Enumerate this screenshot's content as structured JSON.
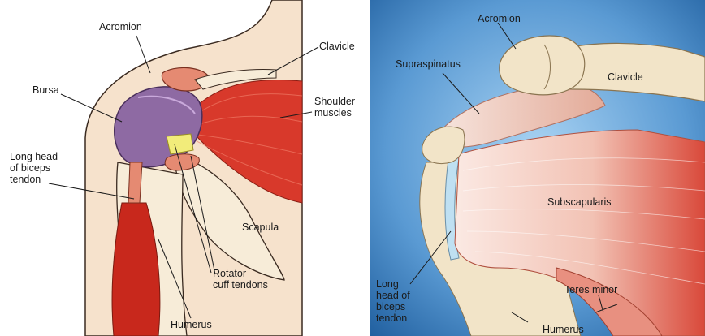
{
  "left_diagram": {
    "labels": {
      "acromion": "Acromion",
      "clavicle": "Clavicle",
      "bursa": "Bursa",
      "shoulder_muscles": "Shoulder\nmuscles",
      "long_head_biceps": "Long head\nof biceps\ntendon",
      "scapula": "Scapula",
      "rotator_cuff": "Rotator\ncuff tendons",
      "humerus": "Humerus"
    }
  },
  "right_diagram": {
    "labels": {
      "acromion": "Acromion",
      "supraspinatus": "Supraspinatus",
      "clavicle": "Clavicle",
      "subscapularis": "Subscapularis",
      "long_head_biceps": "Long\nhead of\nbiceps\ntendon",
      "teres_minor": "Teres minor",
      "humerus": "Humerus"
    }
  },
  "colors": {
    "skin": "#f6e2cc",
    "muscle_red": "#d8392b",
    "bone": "#f4e6cf",
    "bursa_purple": "#8e6aa3",
    "tendon_yellow": "#f2ec7a",
    "bg_blue": "#2a6fb0"
  }
}
